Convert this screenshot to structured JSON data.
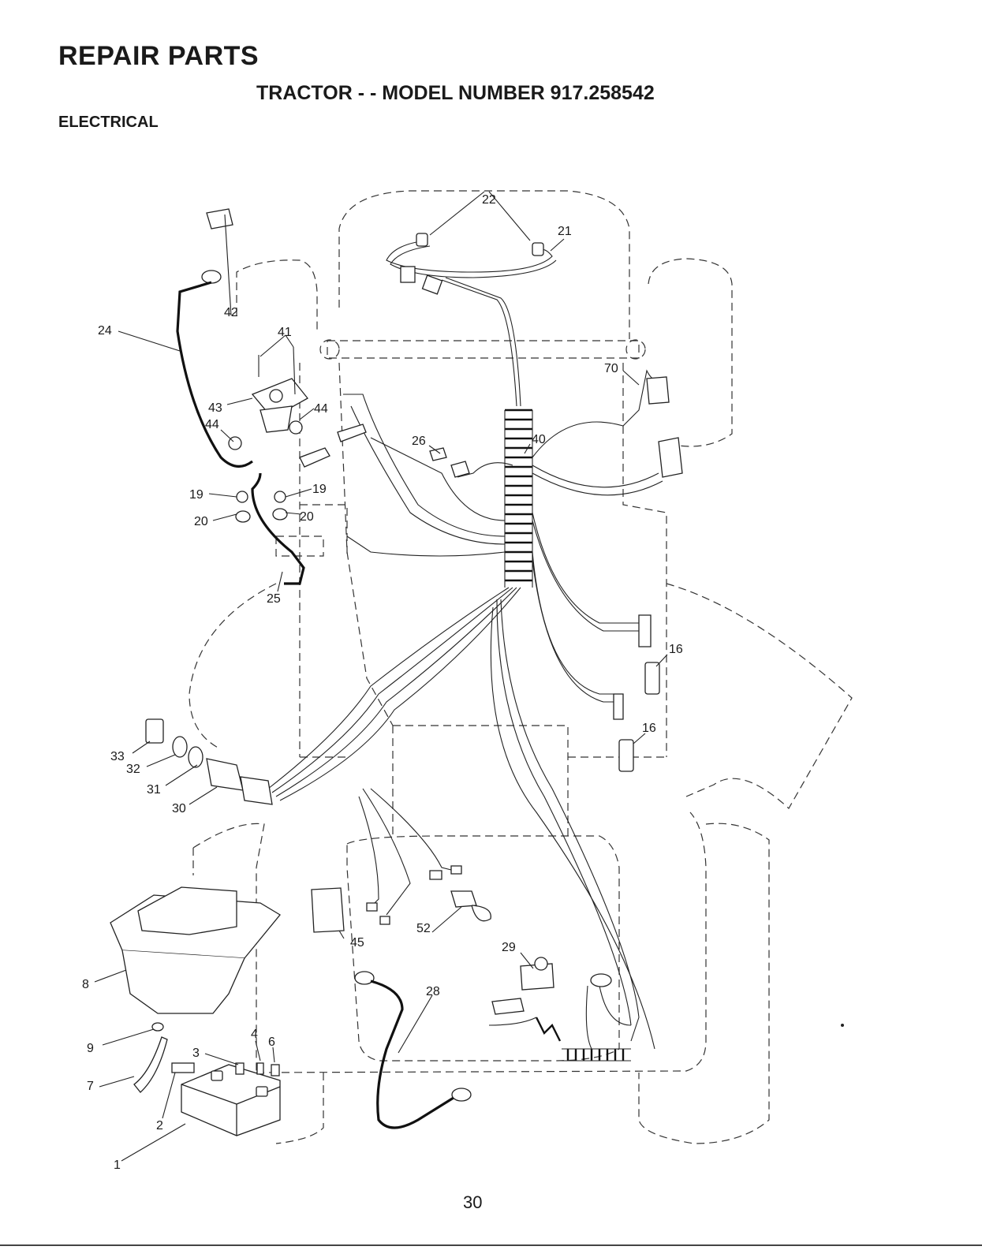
{
  "header": {
    "title": "REPAIR PARTS",
    "subtitle": "TRACTOR - - MODEL NUMBER 917.258542",
    "section": "ELECTRICAL"
  },
  "callouts": {
    "c1": "1",
    "c2": "2",
    "c3": "3",
    "c4": "4",
    "c6": "6",
    "c7": "7",
    "c8": "8",
    "c9": "9",
    "c16a": "16",
    "c16b": "16",
    "c19a": "19",
    "c19b": "19",
    "c20a": "20",
    "c20b": "20",
    "c21": "21",
    "c22": "22",
    "c24": "24",
    "c25": "25",
    "c26": "26",
    "c28": "28",
    "c29": "29",
    "c30": "30",
    "c31": "31",
    "c32": "32",
    "c33": "33",
    "c40": "40",
    "c41": "41",
    "c42": "42",
    "c43": "43",
    "c44a": "44",
    "c44b": "44",
    "c45": "45",
    "c52": "52",
    "c70": "70"
  },
  "footer": {
    "page_number": "30"
  }
}
